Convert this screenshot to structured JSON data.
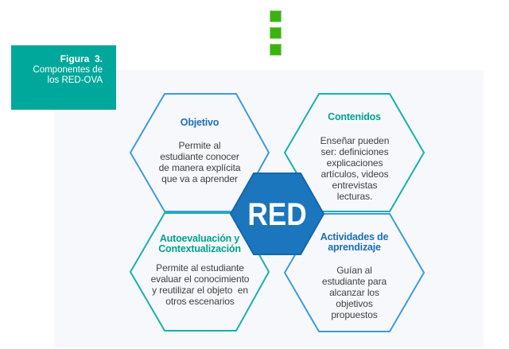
{
  "figure_label": {
    "title": "Figura  3.",
    "subtitle": "Componentes de\nlos RED-OVA"
  },
  "decoration": {
    "green_squares_count": 3,
    "green_square_color": "#3cb20f"
  },
  "center": {
    "label": "RED",
    "fill_color": "#1b76bd",
    "text_color": "#ffffff"
  },
  "hexagons": {
    "objetivo": {
      "title": "Objetivo",
      "body": "Permite al\nestudiante conocer\nde manera explícita\nque va a aprender",
      "accent_color": "#1c6eb4",
      "outline_color": "#3d9bdc"
    },
    "contenidos": {
      "title": "Contenidos",
      "body": "Enseñar pueden\nser: definiciones\nexplicaciones\nartículos, videos\nentrevistas\nlecturas.",
      "accent_color": "#00a18f",
      "outline_color": "#16b3a6"
    },
    "autoevaluacion": {
      "title": "Autoevaluación y\nContextualización",
      "body": "Permite al estudiante\nevaluar el conocimiento\ny reutilizar el objeto  en\notros escenarios",
      "accent_color": "#00a18f",
      "outline_color": "#16b3a6"
    },
    "actividades": {
      "title": "Actividades de\naprendizaje",
      "body": "Guían al\nestudiante para\nalcanzar los\nobjetivos\npropuestos",
      "accent_color": "#1c6eb4",
      "outline_color": "#3d9bdc"
    }
  },
  "colors": {
    "page_bg": "#ffffff",
    "panel_bg": "#f7f8fc",
    "figure_box_bg": "#00a89b",
    "body_text": "#414042"
  }
}
